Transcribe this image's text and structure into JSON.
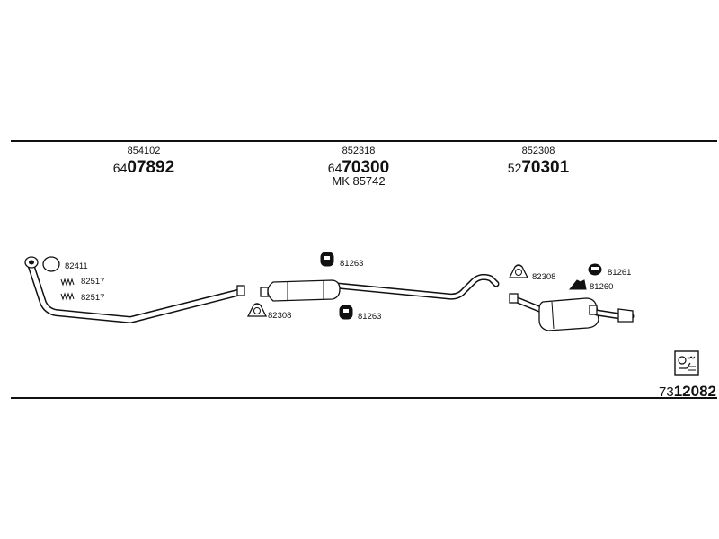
{
  "sections": [
    {
      "top_code": "854102",
      "part_prefix": "64",
      "part_main": "07892",
      "extra": ""
    },
    {
      "top_code": "852318",
      "part_prefix": "64",
      "part_main": "70300",
      "extra": "MK 85742"
    },
    {
      "top_code": "852308",
      "part_prefix": "52",
      "part_main": "70301",
      "extra": ""
    }
  ],
  "front_parts": [
    "82411",
    "82517",
    "82517"
  ],
  "middle_parts": {
    "hanger_top": "81263",
    "clamp": "82308",
    "hanger_bottom": "81263"
  },
  "rear_parts": {
    "clamp": "82308",
    "hanger_a": "81261",
    "hanger_b": "81260"
  },
  "diagram_ref": {
    "prefix": "73",
    "main": "12082"
  },
  "icons": [
    "pipe-flange-icon",
    "gasket-ring-icon",
    "spring-bolt-icon",
    "rubber-hanger-icon",
    "clamp-icon",
    "diagram-ref-icon"
  ]
}
